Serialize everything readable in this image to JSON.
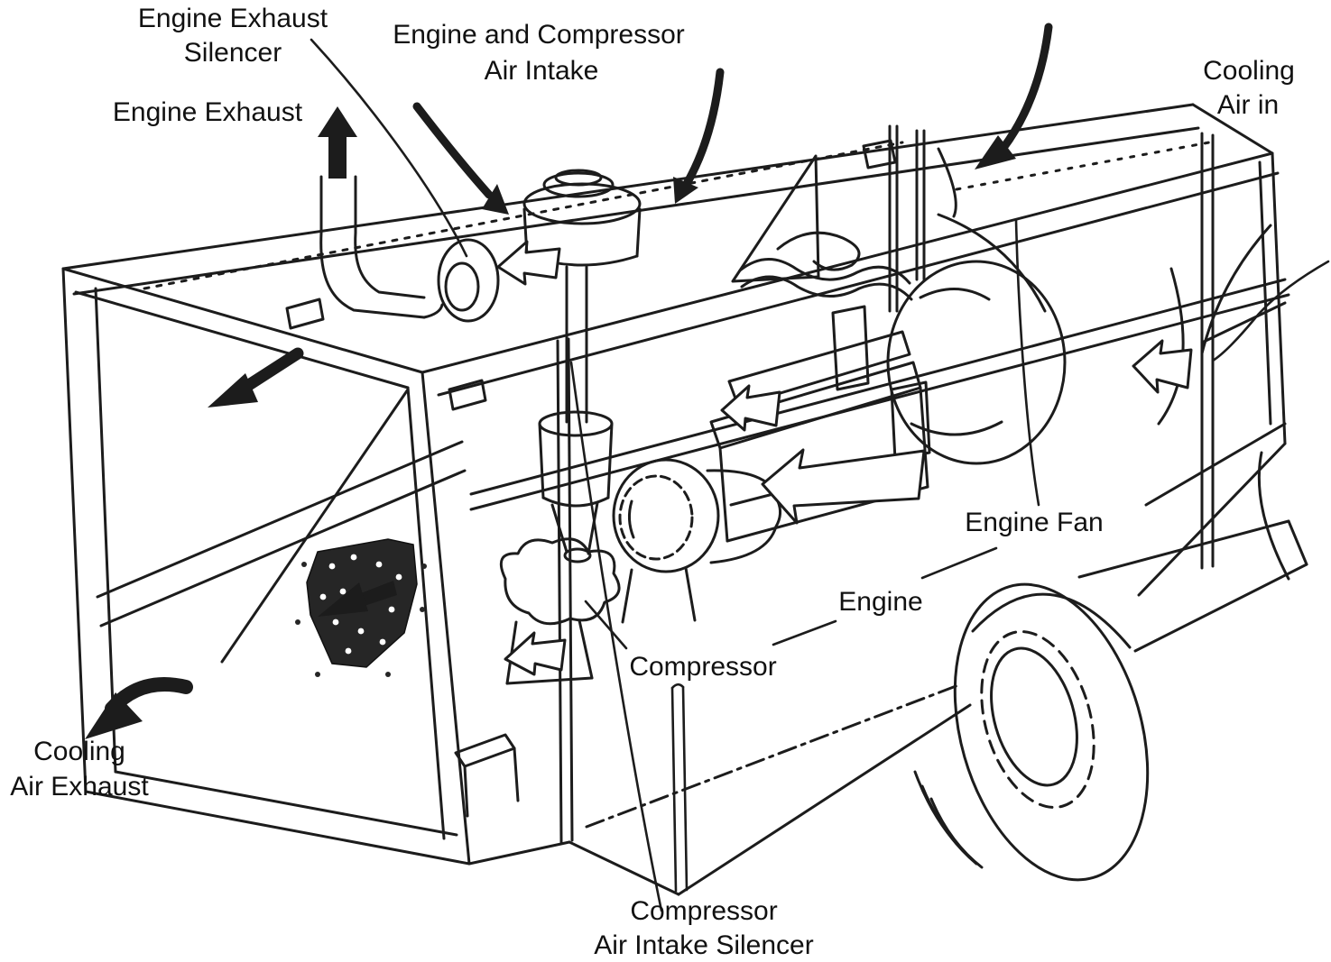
{
  "figure": {
    "type": "technical-illustration",
    "subject": "Portable compressor enclosure airflow cutaway diagram",
    "background_color": "#ffffff",
    "line_color": "#1c1c1c",
    "text_color": "#111111",
    "arrow_styles": {
      "airflow_external": "solid black curved arrows",
      "airflow_internal": "hollow outline arrows"
    }
  },
  "labels": {
    "engine_exhaust_silencer": {
      "lines": [
        "Engine Exhaust",
        "Silencer"
      ]
    },
    "engine_and_compressor_air_intake": {
      "lines": [
        "Engine and Compressor",
        "Air Intake"
      ]
    },
    "engine_exhaust": {
      "lines": [
        "Engine Exhaust"
      ]
    },
    "cooling_air_in": {
      "lines": [
        "Cooling",
        "Air in"
      ]
    },
    "engine_fan": {
      "lines": [
        "Engine Fan"
      ]
    },
    "engine": {
      "lines": [
        "Engine"
      ]
    },
    "compressor": {
      "lines": [
        "Compressor"
      ]
    },
    "cooling_air_exhaust": {
      "lines": [
        "Cooling",
        "Air Exhaust"
      ]
    },
    "compressor_air_intake_silencer": {
      "lines": [
        "Compressor",
        "Air Intake Silencer"
      ]
    }
  }
}
